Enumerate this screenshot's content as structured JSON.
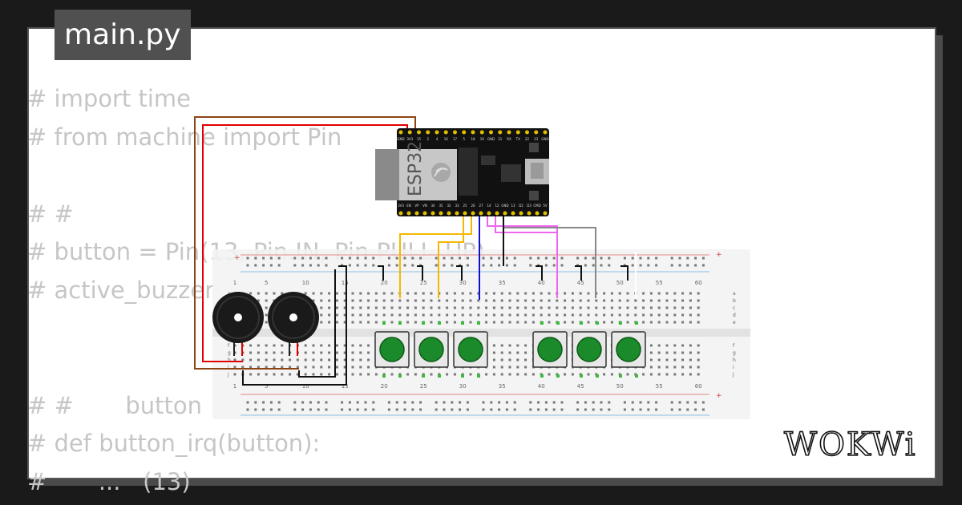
{
  "editor": {
    "filename": "main.py",
    "code_lines": [
      "# import time",
      "# from machine import Pin",
      "",
      "# #",
      "# button = Pin(13, Pin.IN, Pin.PULL_UP)",
      "# active_buzzer",
      "",
      "",
      "# #       button",
      "# def button_irq(button):",
      "#       ...   (13)"
    ]
  },
  "board": {
    "label": "ESP32",
    "top_pins": [
      "GND",
      "3V3",
      "15",
      "2",
      "4",
      "16",
      "17",
      "5",
      "18",
      "19",
      "GND",
      "21",
      "RX",
      "TX",
      "22",
      "23",
      "GND"
    ],
    "bottom_pins": [
      "3V3",
      "EN",
      "VP",
      "VN",
      "34",
      "35",
      "32",
      "33",
      "25",
      "26",
      "27",
      "14",
      "12",
      "GND",
      "13",
      "D2",
      "D3",
      "CMD",
      "5V"
    ]
  },
  "breadboard": {
    "column_numbers": [
      "1",
      "5",
      "10",
      "15",
      "20",
      "25",
      "30",
      "35",
      "40",
      "45",
      "50",
      "55",
      "60"
    ],
    "row_letters_top": [
      "a",
      "b",
      "c",
      "d",
      "e"
    ],
    "row_letters_bottom": [
      "f",
      "g",
      "h",
      "i",
      "j"
    ],
    "rail_plus": "+",
    "rail_minus": "-"
  },
  "components": {
    "buzzer_count": 2,
    "button_count": 6
  },
  "colors": {
    "wire_brown": "#8b4513",
    "wire_red": "#e00000",
    "wire_black": "#111111",
    "wire_yellow": "#f5b800",
    "wire_blue": "#1010d0",
    "wire_pink": "#ee66ee",
    "wire_gray": "#888888",
    "button_green": "#1a8a2a",
    "board_black": "#111111",
    "pin_gold": "#e0c000"
  },
  "brand": {
    "logo_text": "WOKWi"
  }
}
